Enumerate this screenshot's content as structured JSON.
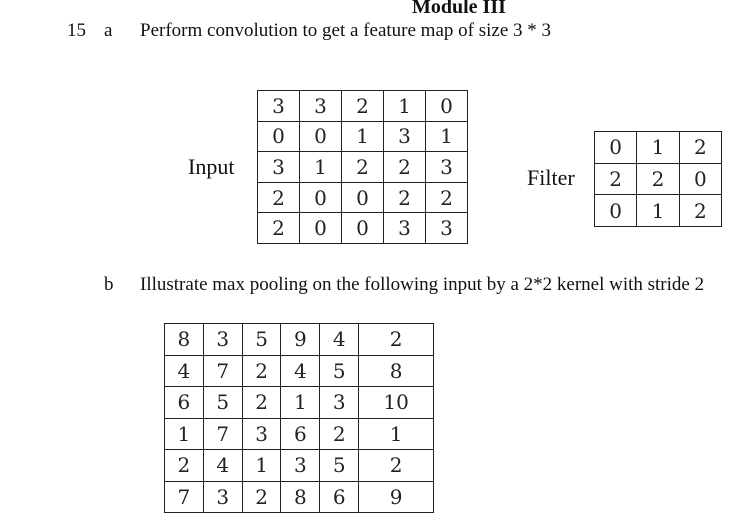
{
  "header": {
    "module_title": "Module III"
  },
  "question": {
    "number": "15",
    "part_a": {
      "label": "a",
      "text": "Perform convolution to get a feature map of size 3 * 3",
      "input_label": "Input",
      "input_matrix": [
        [
          "3",
          "3",
          "2",
          "1",
          "0"
        ],
        [
          "0",
          "0",
          "1",
          "3",
          "1"
        ],
        [
          "3",
          "1",
          "2",
          "2",
          "3"
        ],
        [
          "2",
          "0",
          "0",
          "2",
          "2"
        ],
        [
          "2",
          "0",
          "0",
          "3",
          "3"
        ]
      ],
      "filter_label": "Filter",
      "filter_matrix": [
        [
          "0",
          "1",
          "2"
        ],
        [
          "2",
          "2",
          "0"
        ],
        [
          "0",
          "1",
          "2"
        ]
      ]
    },
    "part_b": {
      "label": "b",
      "text": "Illustrate max pooling on the following input by a 2*2 kernel with stride 2",
      "pool_matrix": [
        [
          "8",
          "3",
          "5",
          "9",
          "4",
          "2"
        ],
        [
          "4",
          "7",
          "2",
          "4",
          "5",
          "8"
        ],
        [
          "6",
          "5",
          "2",
          "1",
          "3",
          "10"
        ],
        [
          "1",
          "7",
          "3",
          "6",
          "2",
          "1"
        ],
        [
          "2",
          "4",
          "1",
          "3",
          "5",
          "2"
        ],
        [
          "7",
          "3",
          "2",
          "8",
          "6",
          "9"
        ]
      ]
    }
  }
}
